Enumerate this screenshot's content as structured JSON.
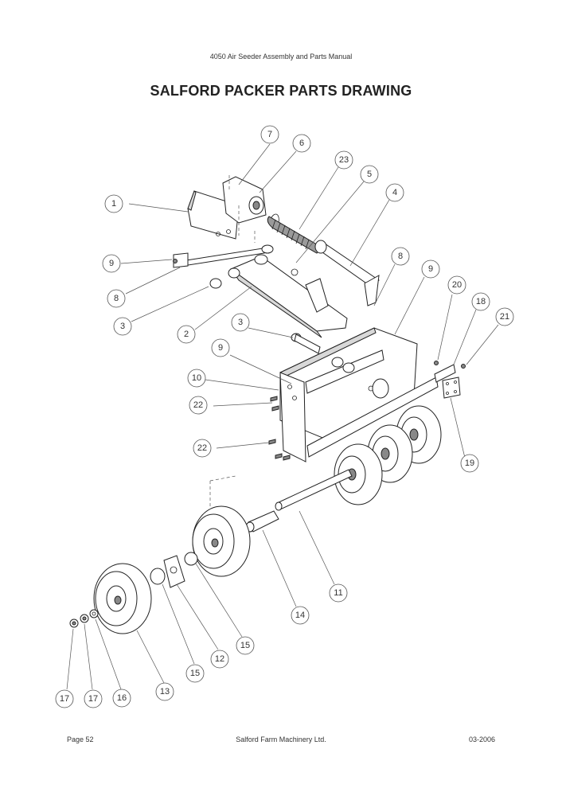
{
  "header": {
    "manual_title": "4050 Air Seeder Assembly and Parts Manual"
  },
  "page_title": "SALFORD PACKER PARTS DRAWING",
  "callouts": [
    "7",
    "6",
    "23",
    "5",
    "4",
    "1",
    "9",
    "8",
    "8",
    "9",
    "3",
    "2",
    "3",
    "9",
    "20",
    "18",
    "21",
    "10",
    "22",
    "22",
    "19",
    "11",
    "14",
    "15",
    "12",
    "15",
    "13",
    "17",
    "17",
    "16"
  ],
  "footer": {
    "page": "Page 52",
    "company": "Salford Farm Machinery Ltd.",
    "date": "03-2006"
  }
}
